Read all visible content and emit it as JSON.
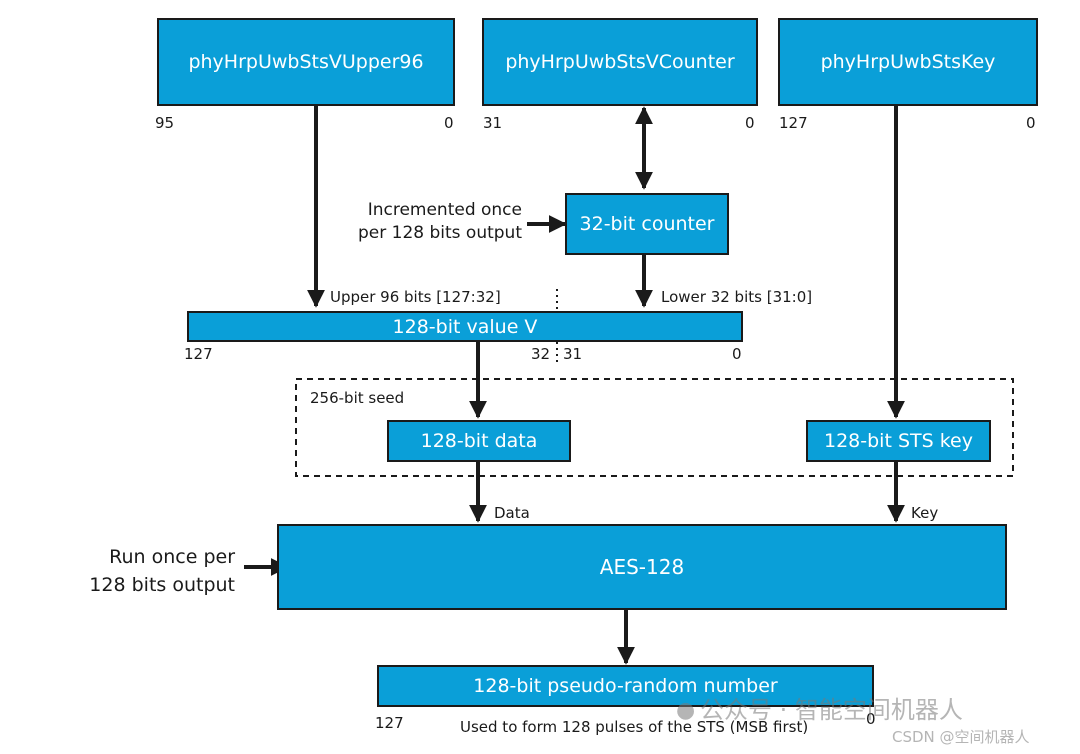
{
  "colors": {
    "box": "#0a9fd8",
    "stroke": "#1a1a1a",
    "box_text": "#ffffff"
  },
  "boxes": {
    "upper96": {
      "label": "phyHrpUwbStsVUpper96",
      "msb": "95",
      "lsb": "0"
    },
    "counter_reg": {
      "label": "phyHrpUwbStsVCounter",
      "msb": "31",
      "lsb": "0"
    },
    "key_reg": {
      "label": "phyHrpUwbStsKey",
      "msb": "127",
      "lsb": "0"
    },
    "counter32": {
      "label": "32-bit counter"
    },
    "value_v": {
      "label": "128-bit value V",
      "msb": "127",
      "mid_hi": "32",
      "mid_lo": "31",
      "lsb": "0"
    },
    "data128": {
      "label": "128-bit data"
    },
    "sts_key": {
      "label": "128-bit STS key"
    },
    "aes": {
      "label": "AES-128"
    },
    "prn": {
      "label": "128-bit pseudo-random number",
      "msb": "127",
      "lsb": "0"
    }
  },
  "labels": {
    "increment_note": [
      "Incremented once",
      "per 128 bits output"
    ],
    "upper_bits": "Upper 96 bits [127:32]",
    "lower_bits": "Lower 32 bits [31:0]",
    "seed": "256-bit seed",
    "data_arrow": "Data",
    "key_arrow": "Key",
    "run_note": [
      "Run once per",
      "128 bits output"
    ],
    "usage_note": "Used to form 128 pulses of the STS (MSB first)"
  },
  "watermark": {
    "channel": "公众号 · 智能空间机器人",
    "credit": "CSDN @空间机器人"
  }
}
